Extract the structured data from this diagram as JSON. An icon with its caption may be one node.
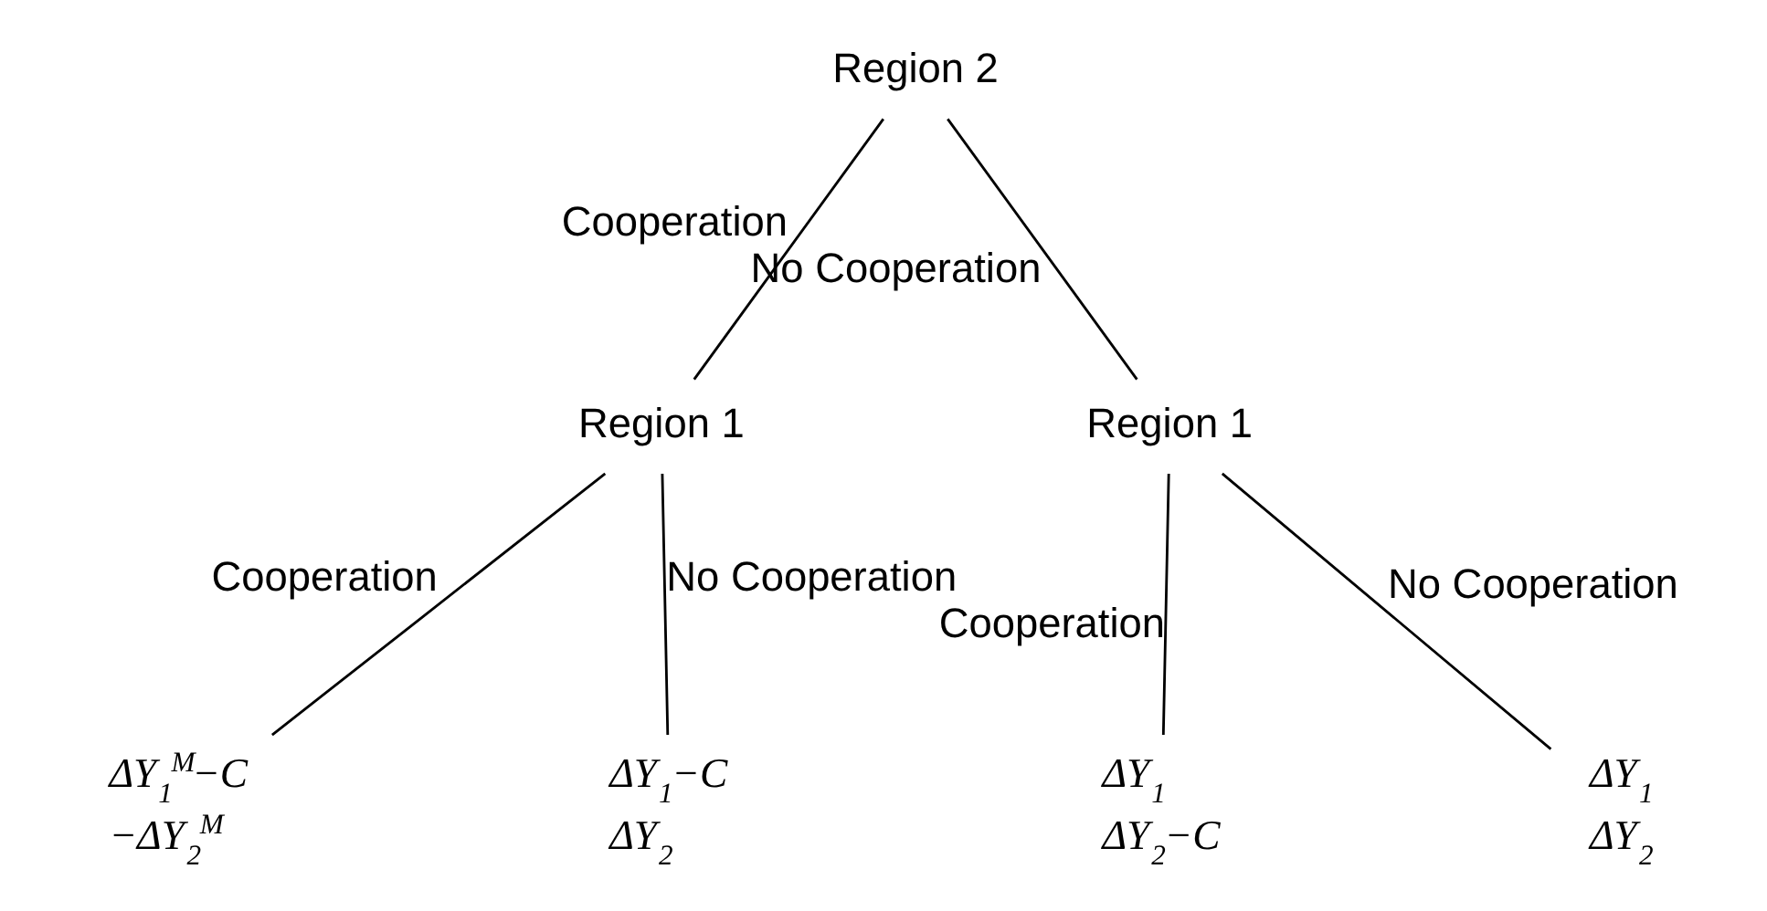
{
  "diagram": {
    "nodes": [
      {
        "text": [
          "Region 2"
        ]
      },
      {
        "text": [
          "Region 1"
        ]
      },
      {
        "text": [
          "Region 1"
        ]
      },
      {
        "text": [
          "ΔY$_{1}$$^{M}$−C",
          "−ΔY$_{2}$$^{M}$"
        ]
      },
      {
        "text": [
          "ΔY$_{1}$−C",
          "ΔY$_{2}$"
        ]
      },
      {
        "text": [
          "ΔY$_{1}$",
          "ΔY$_{2}$−C"
        ]
      },
      {
        "text": [
          "ΔY$_{1}$",
          "ΔY$_{2}$"
        ]
      }
    ],
    "edges": [
      {
        "from": 0,
        "to": 1,
        "arrow": "none",
        "label": "Cooperation"
      },
      {
        "from": 0,
        "to": 2,
        "arrow": "none",
        "label": "No Cooperation"
      },
      {
        "from": 1,
        "to": 3,
        "arrow": "none",
        "label": "Cooperation"
      },
      {
        "from": 1,
        "to": 4,
        "arrow": "none",
        "label": "No Cooperation"
      },
      {
        "from": 2,
        "to": 5,
        "arrow": "none",
        "label": "Cooperation"
      },
      {
        "from": 2,
        "to": 6,
        "arrow": "none",
        "label": "No Cooperation"
      }
    ]
  }
}
